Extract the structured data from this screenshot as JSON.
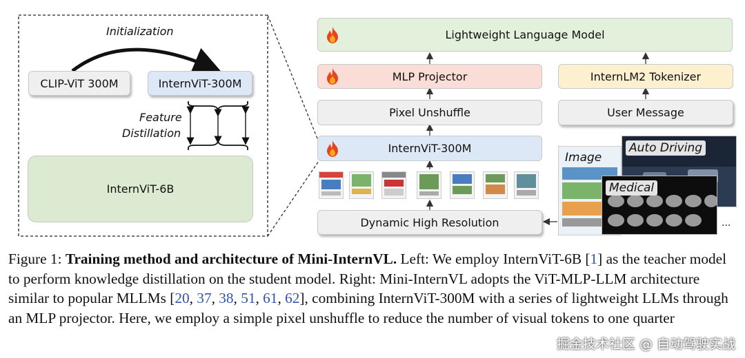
{
  "left_panel": {
    "initialization_label": "Initialization",
    "clip_vit_label": "CLIP-ViT 300M",
    "internvit_small_label": "InternViT-300M",
    "feature_label_line1": "Feature",
    "feature_label_line2": "Distillation",
    "internvit_large_label": "InternViT-6B"
  },
  "right_panel": {
    "language_model_label": "Lightweight Language Model",
    "mlp_projector_label": "MLP Projector",
    "tokenizer_label": "InternLM2 Tokenizer",
    "pixel_unshuffle_label": "Pixel Unshuffle",
    "user_message_label": "User Message",
    "internvit_label": "InternViT-300M",
    "dynamic_resolution_label": "Dynamic High Resolution",
    "image_tag": "Image",
    "auto_driving_tag": "Auto Driving",
    "medical_tag": "Medical",
    "ellipsis": "..."
  },
  "icons": {
    "trainable": "flame-icon"
  },
  "colors": {
    "language_model_fill": "#e3f0dc",
    "mlp_fill": "#f9ddd6",
    "tokenizer_fill": "#fdf0cf",
    "gray_fill": "#efefef",
    "internvit_fill": "#dde8f6",
    "internvit_6b_fill": "#dbead0",
    "reference_blue": "#2f52b8"
  },
  "caption": {
    "prefix": "Figure 1: ",
    "bold_title": "Training method and architecture of Mini-InternVL.",
    "text_1": " Left: We employ InternViT-6B [",
    "ref_1": "1",
    "text_2": "] as the teacher model to perform knowledge distillation on the student model. Right: Mini-InternVL adopts the ViT-MLP-LLM architecture similar to popular MLLMs [",
    "ref_20": "20",
    "ref_37": "37",
    "ref_38": "38",
    "ref_51": "51",
    "ref_61": "61",
    "ref_62": "62",
    "sep": ", ",
    "text_3": "], combining InternViT-300M with a series of lightweight LLMs through an MLP projector. Here, we employ a simple pixel unshuffle to reduce the number of visual tokens to one quarter"
  },
  "watermark": "掘金技术社区 @ 自动驾驶实战"
}
